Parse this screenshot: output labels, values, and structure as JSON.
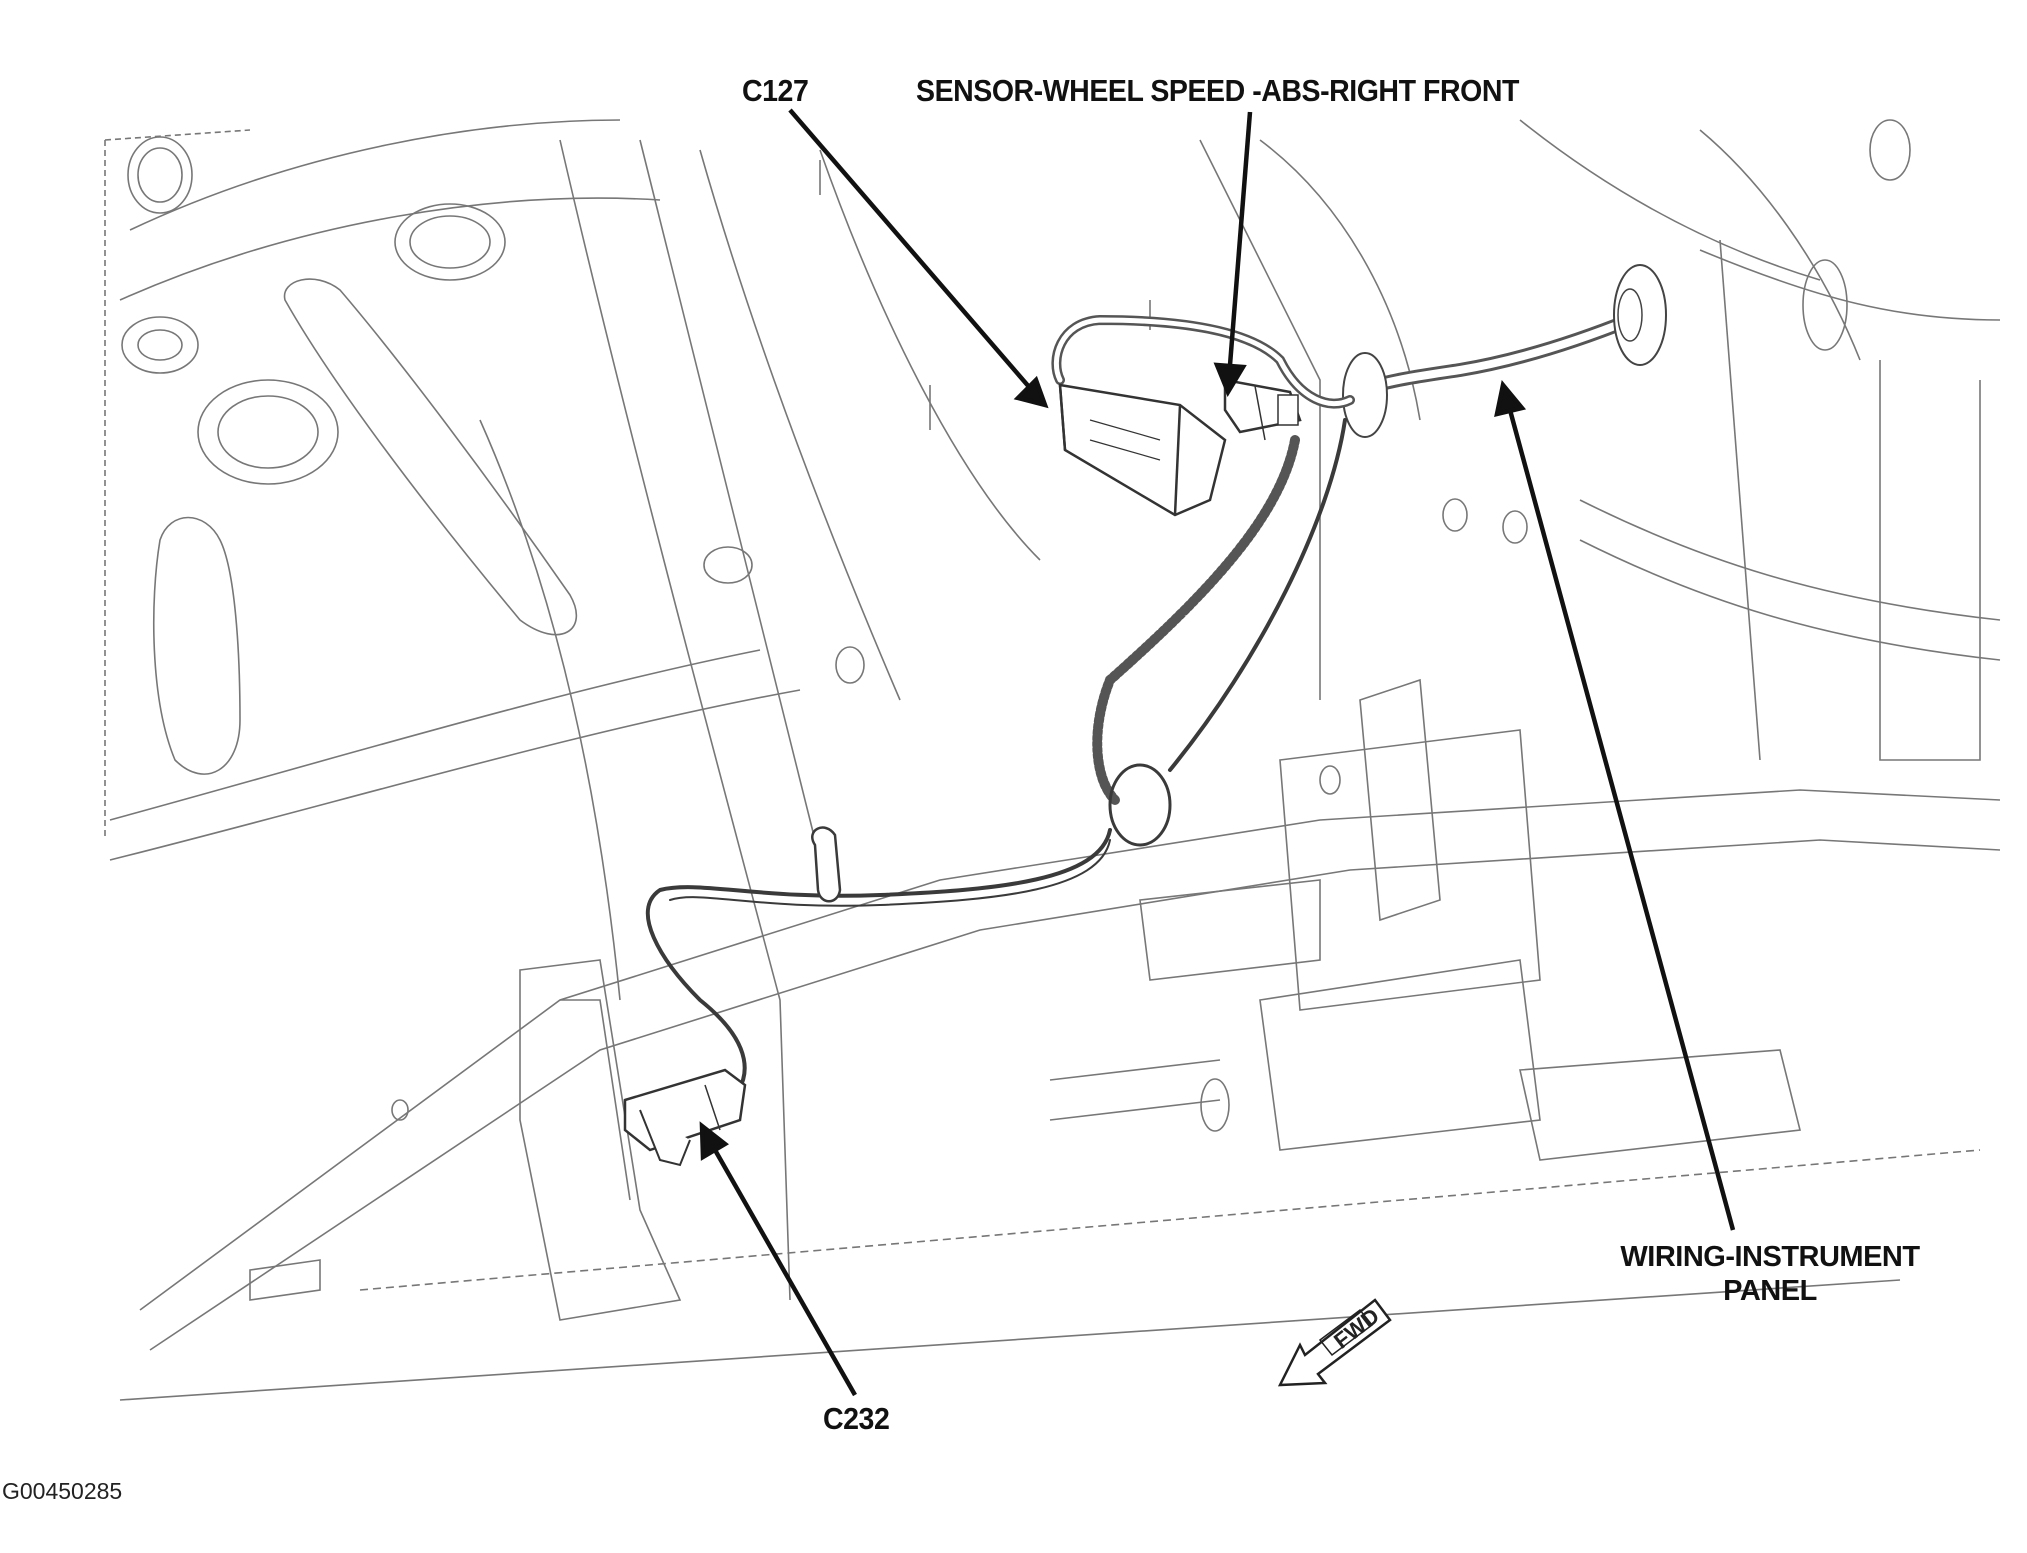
{
  "labels": {
    "c127": "C127",
    "sensor": "SENSOR-WHEEL SPEED -ABS-RIGHT FRONT",
    "wiring_line1": "WIRING-INSTRUMENT",
    "wiring_line2": "PANEL",
    "c232": "C232",
    "fwd": "FWD"
  },
  "figure_id": "G00450285",
  "colors": {
    "ink": "#111111",
    "line": "#6b6b6b",
    "harness": "#3a3a3a"
  }
}
